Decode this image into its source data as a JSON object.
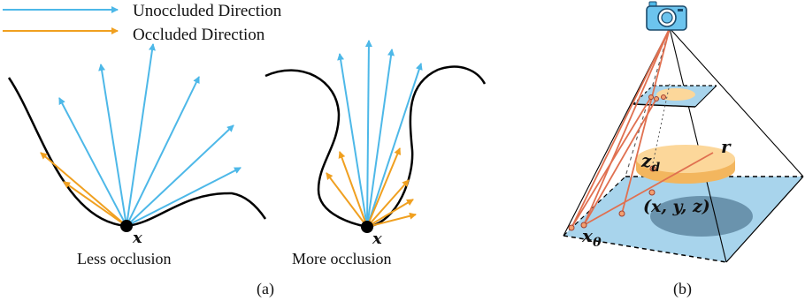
{
  "legend": {
    "unoccluded_label": "Unoccluded Direction",
    "occluded_label": "Occluded Direction"
  },
  "panel_a": {
    "left_point_label": "x",
    "right_point_label": "x",
    "left_caption": "Less occlusion",
    "right_caption": "More occlusion",
    "label": "(a)"
  },
  "panel_b": {
    "zd_label": "z",
    "zd_sub": "d",
    "r_label": "r",
    "xyz_label": "(x, y, z)",
    "x0_label": "x",
    "x0_sub": "0",
    "label": "(b)"
  },
  "colors": {
    "unoccluded": "#4db8e8",
    "occluded": "#f0a020",
    "ray": "#e07050",
    "plane": "#a8d4ec",
    "disk_top": "#fcd79a",
    "disk_side": "#f3b65e",
    "shadow": "#6a93ad"
  }
}
